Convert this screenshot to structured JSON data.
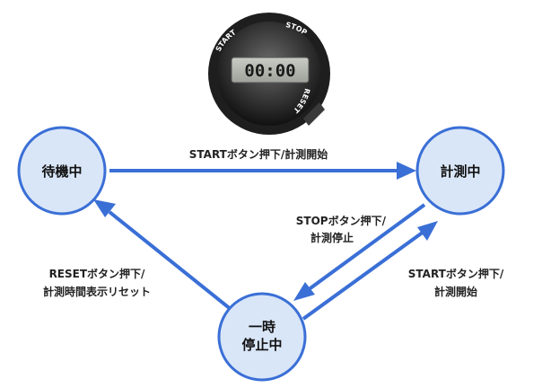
{
  "stopwatch": {
    "start_label": "START",
    "stop_label": "STOP",
    "reset_label": "RESET",
    "display_text": "00:00"
  },
  "states": {
    "waiting": {
      "label": "待機中"
    },
    "measuring": {
      "label": "計測中"
    },
    "paused": {
      "line1": "一時",
      "line2": "停止中"
    }
  },
  "transitions": {
    "start_from_waiting": {
      "text": "STARTボタン押下/計測開始"
    },
    "stop": {
      "line1": "STOPボタン押下/",
      "line2": "計測停止"
    },
    "reset": {
      "line1": "RESETボタン押下/",
      "line2": "計測時間表示リセット"
    },
    "restart": {
      "line1": "STARTボタン押下/",
      "line2": "計測開始"
    }
  },
  "colors": {
    "arrow": "#3a6fd6",
    "state_fill": "#d9e6f8",
    "state_border": "#3a6fd6"
  }
}
